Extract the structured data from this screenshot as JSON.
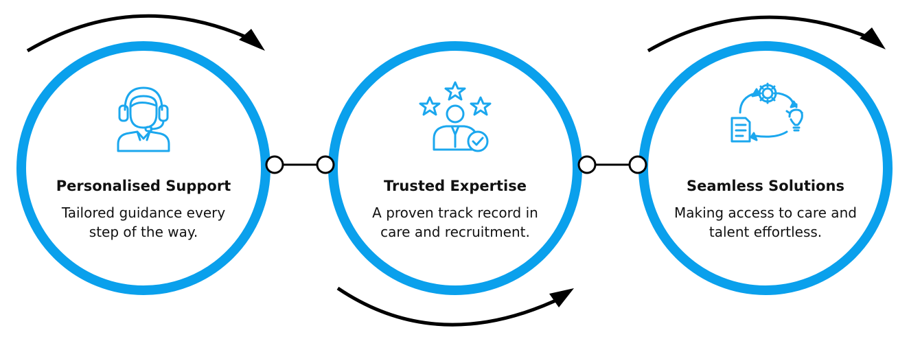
{
  "colors": {
    "accent": "#0aa0ec",
    "icon": "#1ba7ee",
    "text": "#111111",
    "arrow": "#000000"
  },
  "steps": [
    {
      "title": "Personalised Support",
      "description": "Tailored guidance every step of the way.",
      "icon": "headset-agent-icon"
    },
    {
      "title": "Trusted Expertise",
      "description": "A proven track record in care and recruitment.",
      "icon": "expert-stars-icon"
    },
    {
      "title": "Seamless Solutions",
      "description": "Making access to care and talent effortless.",
      "icon": "process-cycle-icon"
    }
  ]
}
